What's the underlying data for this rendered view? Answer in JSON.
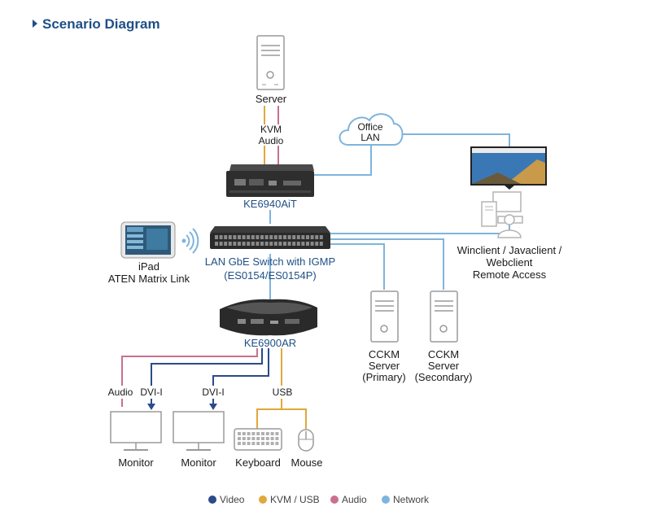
{
  "page_title": "Scenario Diagram",
  "colors": {
    "video": "#2b4a8a",
    "kvm_usb": "#e1a83b",
    "audio": "#c9708f",
    "network": "#7fb4dc",
    "title": "#1f4f86"
  },
  "labels": {
    "server": "Server",
    "kvm": "KVM",
    "audio_top": "Audio",
    "office_lan_1": "Office",
    "office_lan_2": "LAN",
    "ke6940": "KE6940AiT",
    "switch_1": "LAN GbE Switch with IGMP",
    "switch_2": "(ES0154/ES0154P)",
    "ipad_1": "iPad",
    "ipad_2": "ATEN Matrix Link",
    "client_1": "Winclient / Javaclient /",
    "client_2": "Webclient",
    "client_3": "Remote Access",
    "ke6900": "KE6900AR",
    "cckm_primary_1": "CCKM",
    "cckm_primary_2": "Server",
    "cckm_primary_3": "(Primary)",
    "cckm_secondary_1": "CCKM",
    "cckm_secondary_2": "Server",
    "cckm_secondary_3": "(Secondary)",
    "audio_out": "Audio",
    "dvi_1": "DVI-I",
    "dvi_2": "DVI-I",
    "usb": "USB",
    "monitor_1": "Monitor",
    "monitor_2": "Monitor",
    "keyboard": "Keyboard",
    "mouse": "Mouse"
  },
  "legend": [
    {
      "label": "Video",
      "color": "#2b4a8a"
    },
    {
      "label": "KVM / USB",
      "color": "#e1a83b"
    },
    {
      "label": "Audio",
      "color": "#c9708f"
    },
    {
      "label": "Network",
      "color": "#7fb4dc"
    }
  ],
  "icons": {
    "title_marker": "triangle-right-icon",
    "server": "tower-server-icon",
    "cloud": "cloud-icon",
    "wifi": "wifi-icon"
  }
}
